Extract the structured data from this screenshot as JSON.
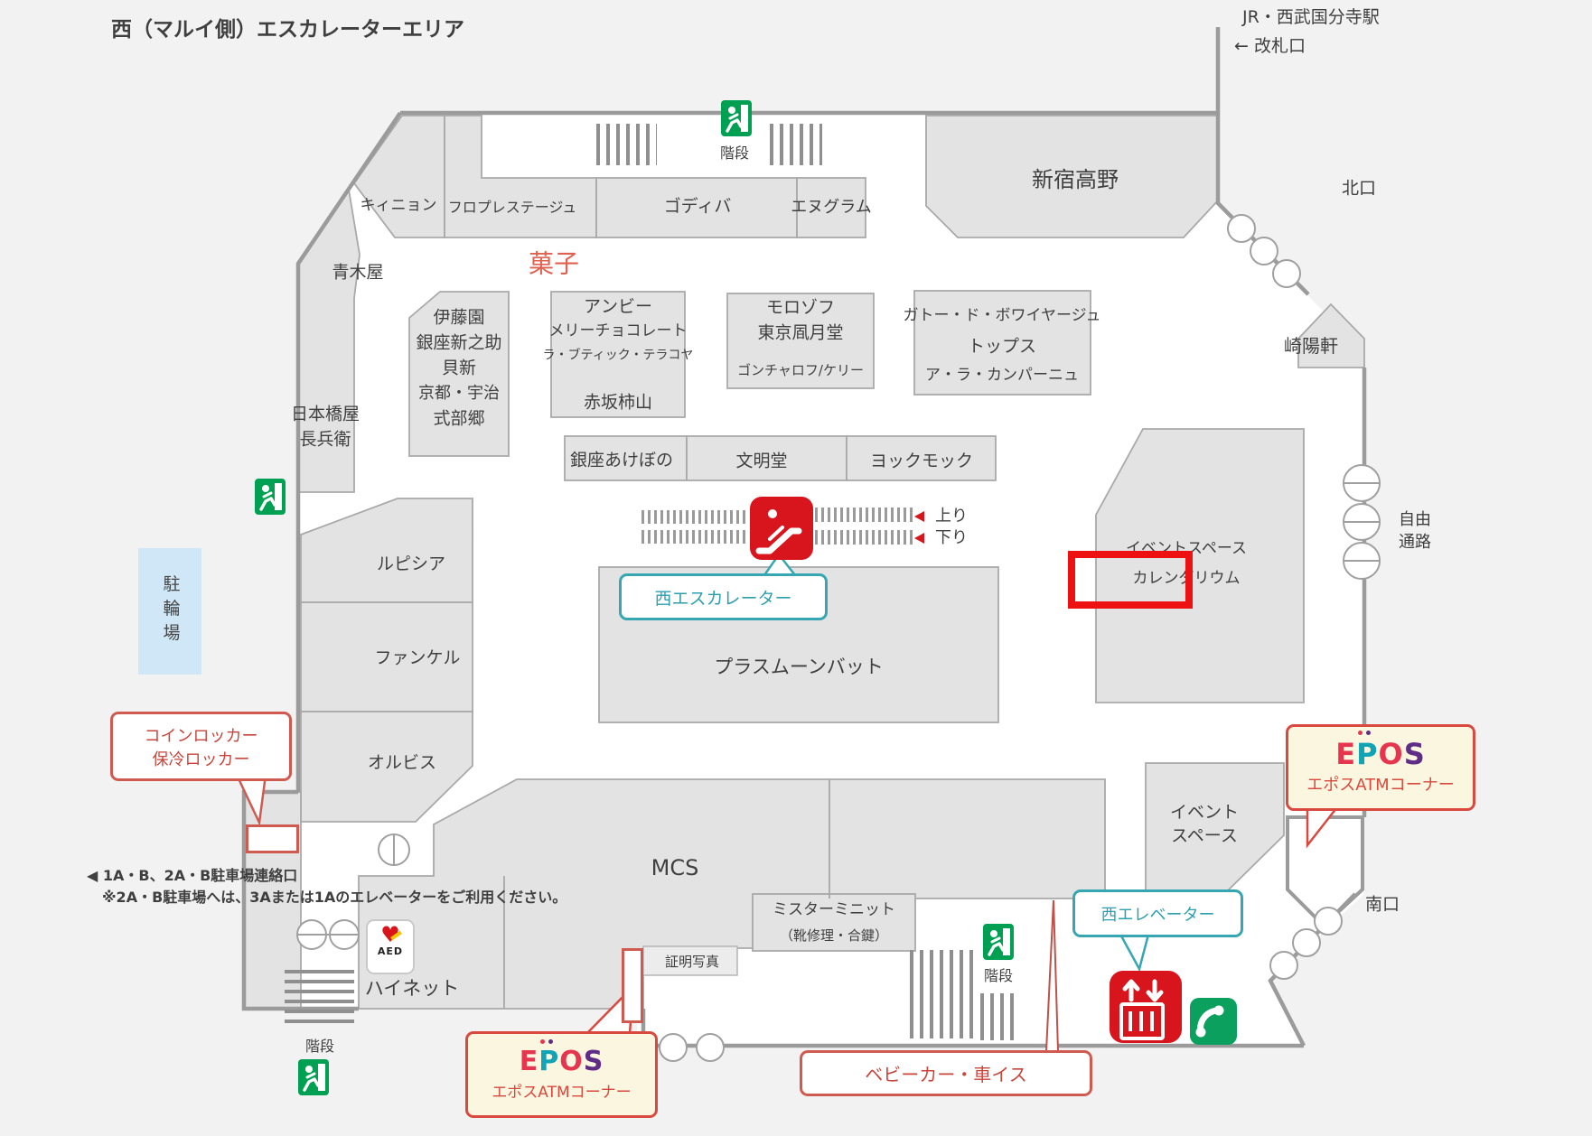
{
  "title": "西（マルイ側）エスカレーターエリア",
  "station": {
    "name": "JR・西武国分寺駅",
    "gate": "← 改札口"
  },
  "exits": {
    "north": "北口",
    "south": "南口",
    "free_passage": [
      "自由",
      "通路"
    ]
  },
  "category_label": "菓子",
  "stores": {
    "kiinyon": "キィニョン",
    "flo_prestige": "フロプレステージュ",
    "godiva": "ゴディバ",
    "n_gram": "エヌグラム",
    "shinjuku_takano": "新宿高野",
    "aokiya": "青木屋",
    "nihonbashiya": [
      "日本橋屋",
      "長兵衛"
    ],
    "itoen_group": [
      "伊藤園",
      "銀座新之助",
      "貝新",
      "京都・宇治",
      "式部郷"
    ],
    "anby_group": [
      "アンビー",
      "メリーチョコレート",
      "ラ・ブティック・テラコヤ",
      "赤坂柿山"
    ],
    "morozoff_group": [
      "モロゾフ",
      "東京凮月堂",
      "ゴンチャロフ/ケリー"
    ],
    "gateau_group": [
      "ガトー・ド・ボワイヤージュ",
      "トップス",
      "ア・ラ・カンパーニュ"
    ],
    "ginza_akebono": "銀座あけぼの",
    "bunmeido": "文明堂",
    "yoku_moku": "ヨックモック",
    "kiyoken": "崎陽軒",
    "lupicia": "ルピシア",
    "fancl": "ファンケル",
    "orbis": "オルビス",
    "plus_moonbat": "プラスムーンバット",
    "event_calendarium": [
      "イベントスペース",
      "カレンダリウム"
    ],
    "event_space": [
      "イベント",
      "スペース"
    ],
    "mcs": "MCS",
    "mister_minit": [
      "ミスターミニット",
      "（靴修理・合鍵）"
    ],
    "hi_net": "ハイネット",
    "id_photo": "証明写真"
  },
  "facilities": {
    "stairs": "階段",
    "bicycle_parking": "駐輪場",
    "west_escalator": "西エスカレーター",
    "west_elevator": "西エレベーター",
    "escalator_up": "上り",
    "escalator_down": "下り",
    "aed": "AED",
    "coin_locker": [
      "コインロッカー",
      "保冷ロッカー"
    ],
    "stroller_wheelchair": "ベビーカー・車イス",
    "epos_atm": {
      "logo": [
        "E",
        "P",
        "O",
        "S"
      ],
      "label": "エポスATMコーナー"
    }
  },
  "notes": {
    "parking_access": "◀ 1A・B、2A・B駐車場連絡口",
    "parking_note": "※2A・B駐車場へは、3Aまたは1Aのエレベーターをご利用ください。"
  },
  "colors": {
    "highlight_red": "#ee1111",
    "icon_red": "#d8151d",
    "callout_red": "#cf5a50",
    "teal": "#2d9fae",
    "exit_green": "#00a053",
    "phone_green": "#0ba05e",
    "store_fill": "#e3e3e3",
    "wall_gray": "#9b9b9b",
    "bicycle_blue": "#cfe7f6",
    "epos_cream": "#fbf6df"
  }
}
